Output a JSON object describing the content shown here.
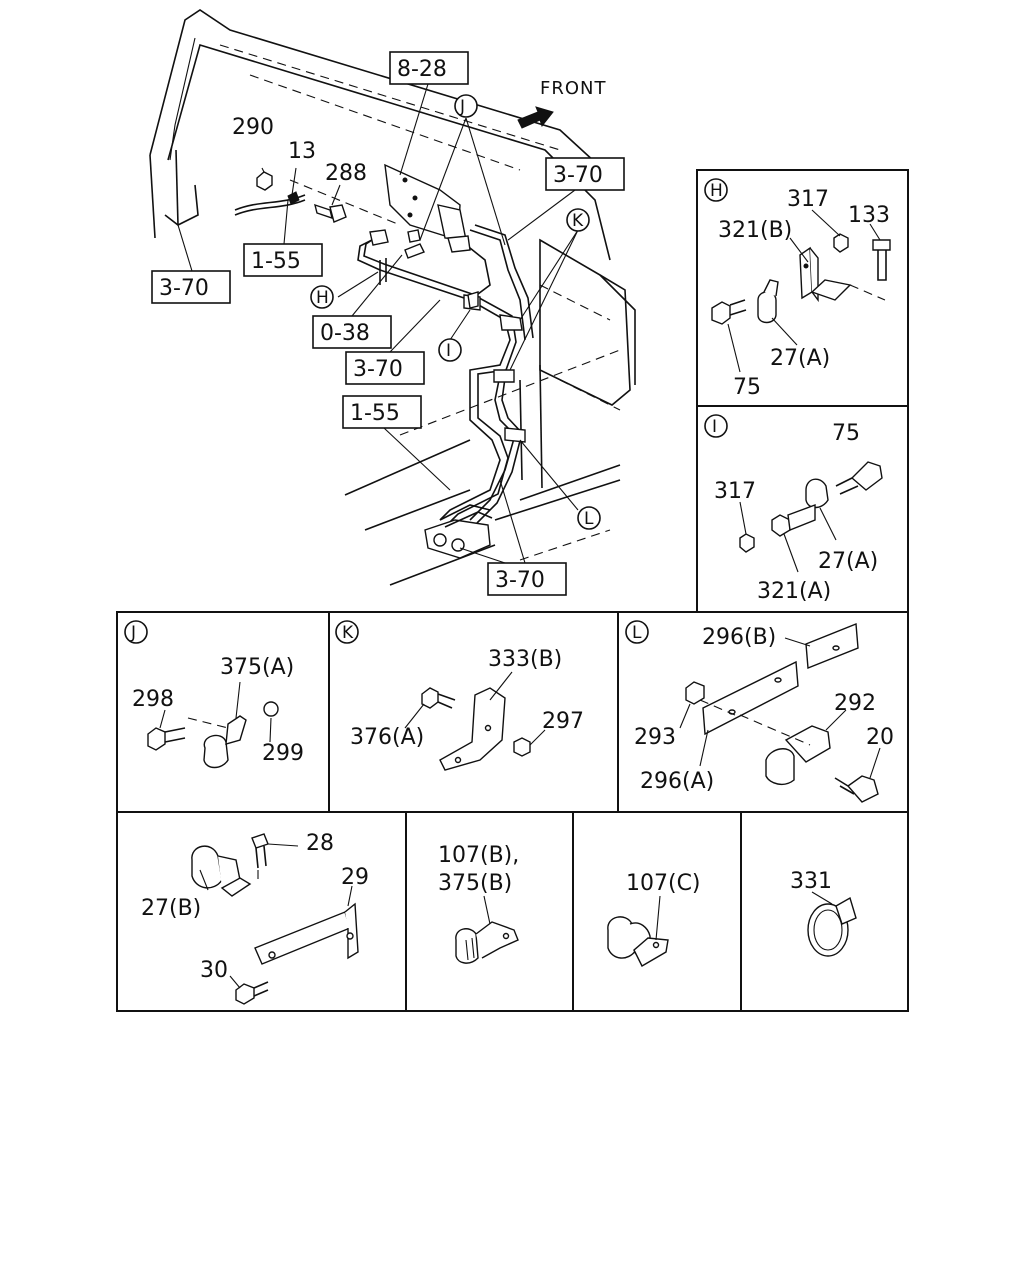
{
  "diagram": {
    "front_label": "FRONT",
    "main_refs": [
      "8-28",
      "3-70",
      "1-55",
      "0-38",
      "3-70",
      "1-55",
      "3-70",
      "3-70"
    ],
    "main_parts": [
      "290",
      "13",
      "288"
    ],
    "main_circles": [
      "J",
      "K",
      "H",
      "I",
      "L"
    ],
    "panels": {
      "H": {
        "circle": "H",
        "labels": [
          "317",
          "133",
          "321(B)",
          "27(A)",
          "75"
        ]
      },
      "I": {
        "circle": "I",
        "labels": [
          "75",
          "317",
          "27(A)",
          "321(A)"
        ]
      },
      "J": {
        "circle": "J",
        "labels": [
          "375(A)",
          "298",
          "299"
        ]
      },
      "K": {
        "circle": "K",
        "labels": [
          "333(B)",
          "297",
          "376(A)"
        ]
      },
      "L": {
        "circle": "L",
        "labels": [
          "296(B)",
          "292",
          "293",
          "20",
          "296(A)"
        ]
      },
      "P1": {
        "labels": [
          "28",
          "29",
          "27(B)",
          "30"
        ]
      },
      "P2": {
        "labels": [
          "107(B),",
          "375(B)"
        ]
      },
      "P3": {
        "labels": [
          "107(C)"
        ]
      },
      "P4": {
        "labels": [
          "331"
        ]
      }
    }
  }
}
